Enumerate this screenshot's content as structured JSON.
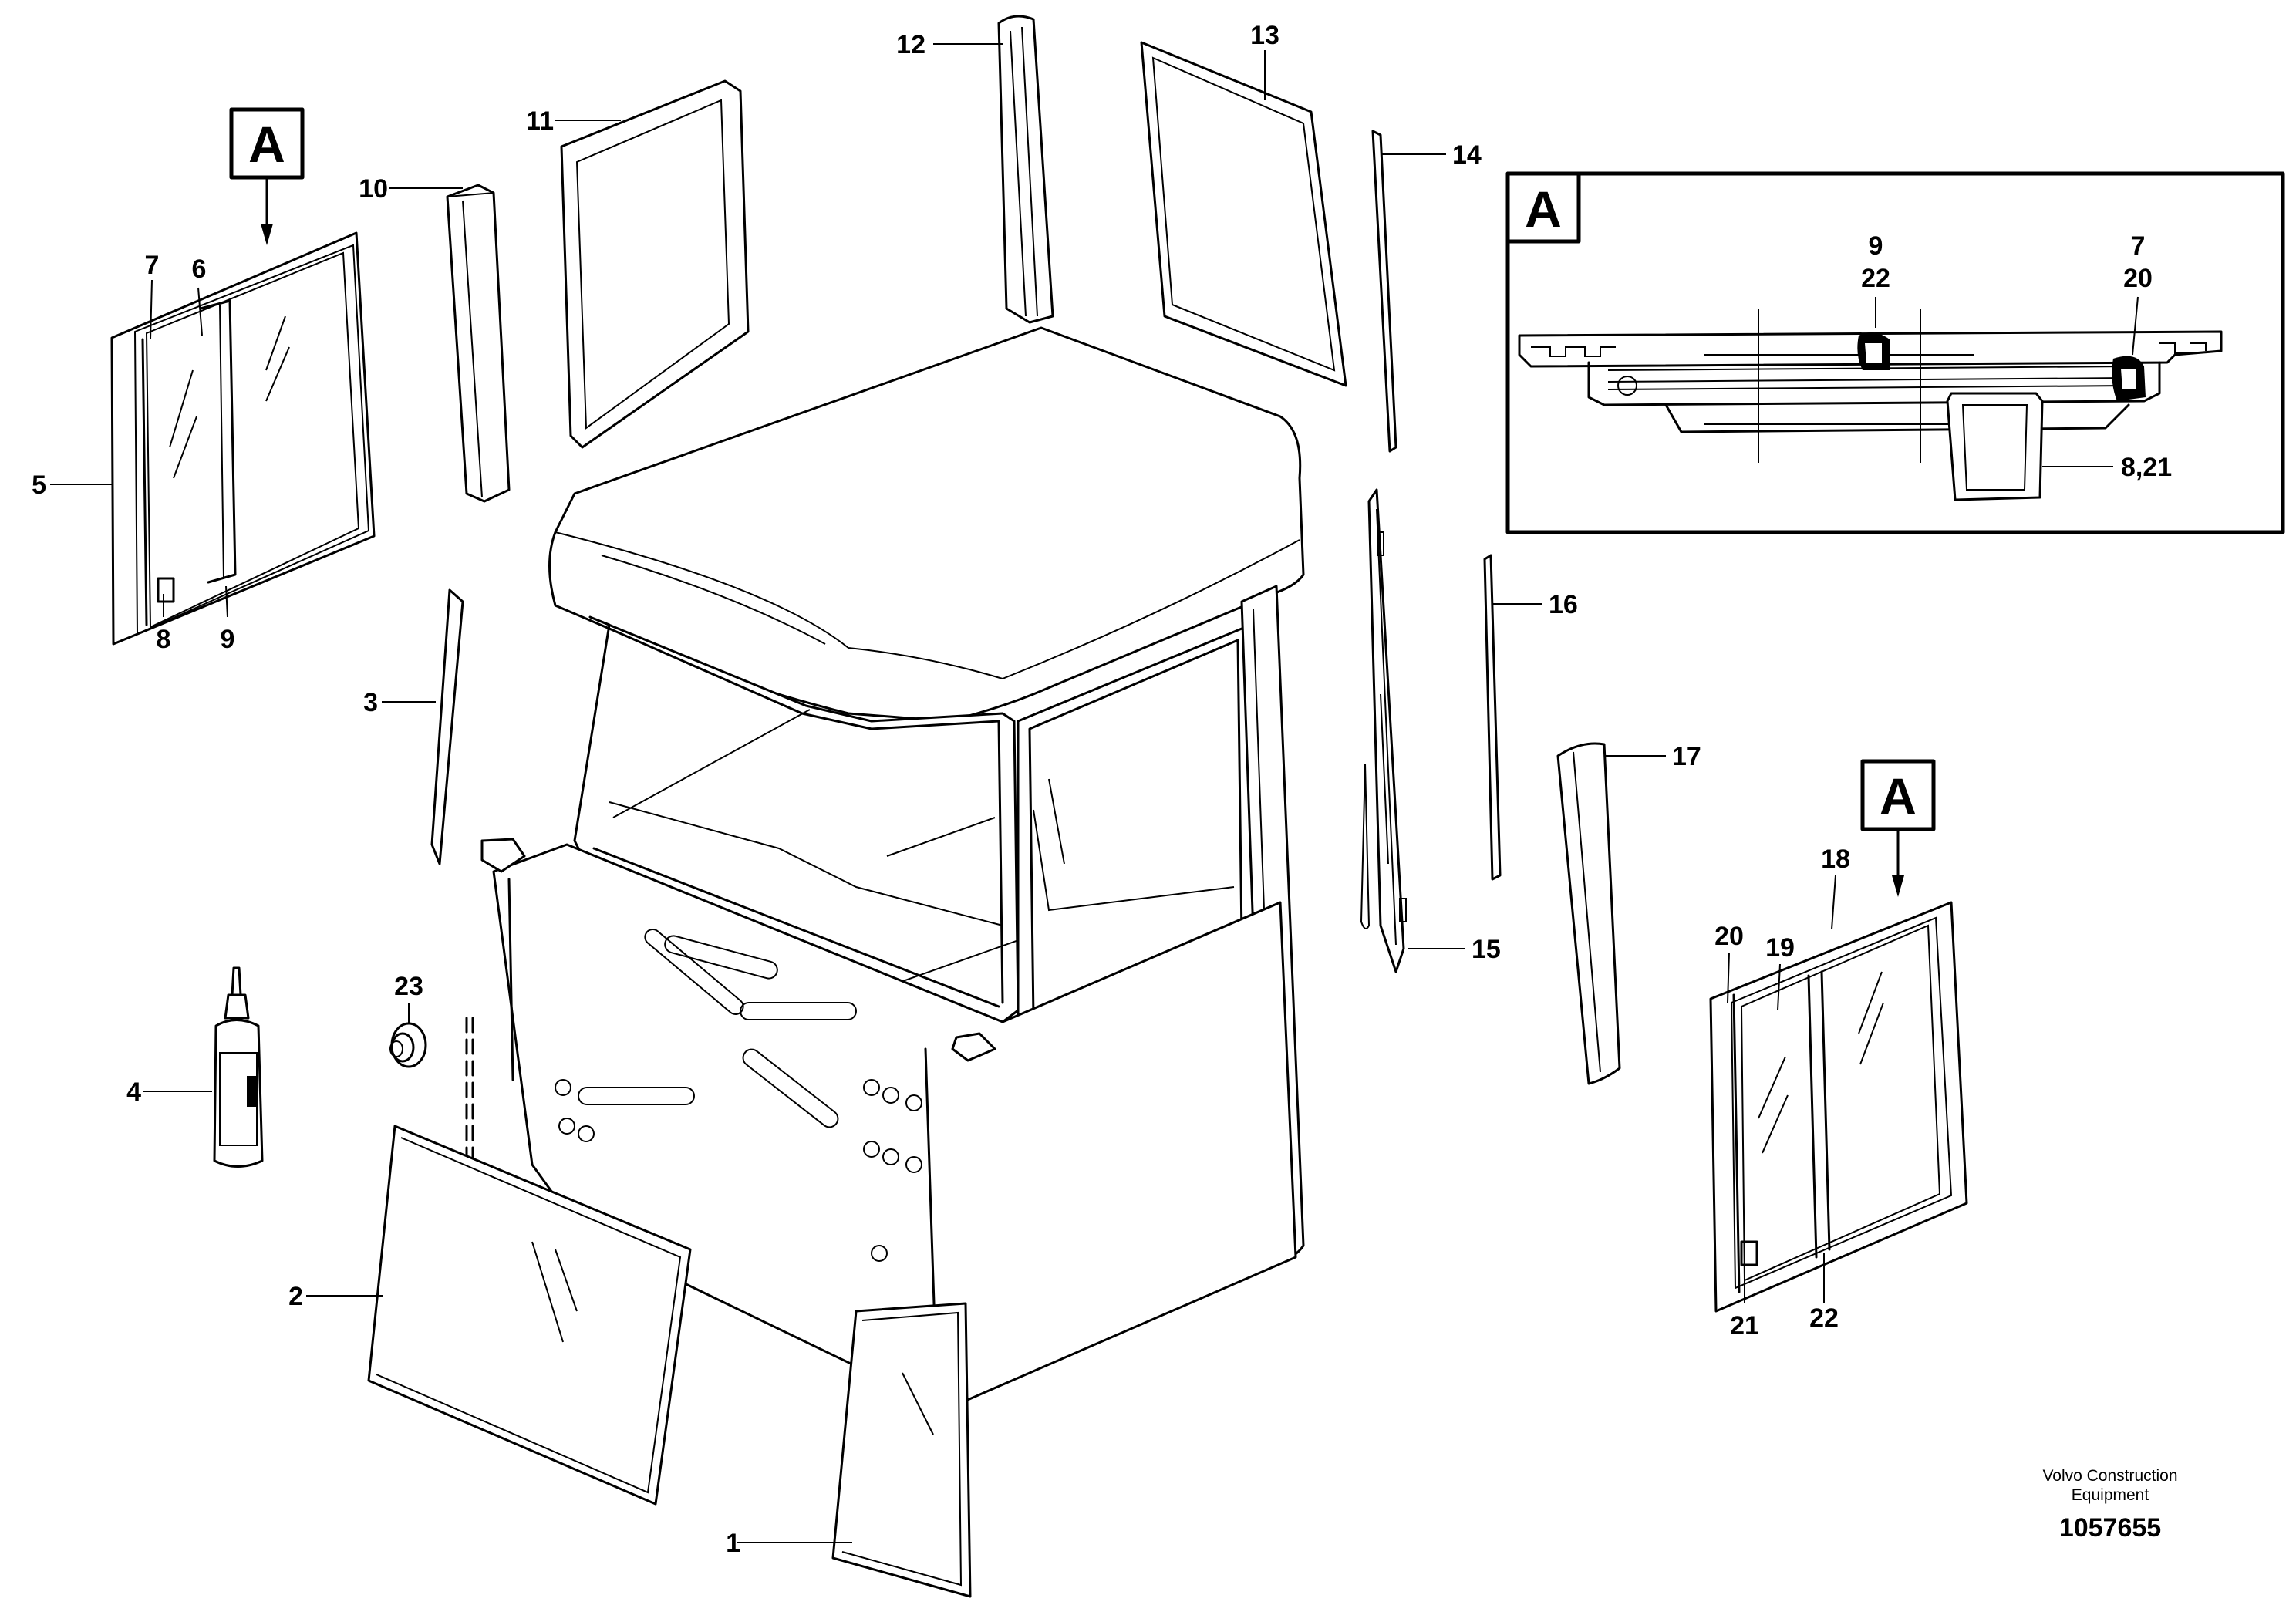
{
  "callouts": {
    "c1": "1",
    "c2": "2",
    "c3": "3",
    "c4": "4",
    "c5": "5",
    "c6": "6",
    "c7": "7",
    "c8": "8",
    "c9": "9",
    "c10": "10",
    "c11": "11",
    "c12": "12",
    "c13": "13",
    "c14": "14",
    "c15": "15",
    "c16": "16",
    "c17": "17",
    "c18": "18",
    "c19": "19",
    "c20": "20",
    "c21": "21",
    "c22": "22",
    "c23": "23"
  },
  "detail": {
    "letter": "A",
    "labels": {
      "l9": "9",
      "l22": "22",
      "l7": "7",
      "l20": "20",
      "l8_21": "8,21"
    }
  },
  "section_markers": {
    "left": "A",
    "right": "A"
  },
  "footer": {
    "company_line1": "Volvo Construction",
    "company_line2": "Equipment",
    "drawing_number": "1057655"
  }
}
